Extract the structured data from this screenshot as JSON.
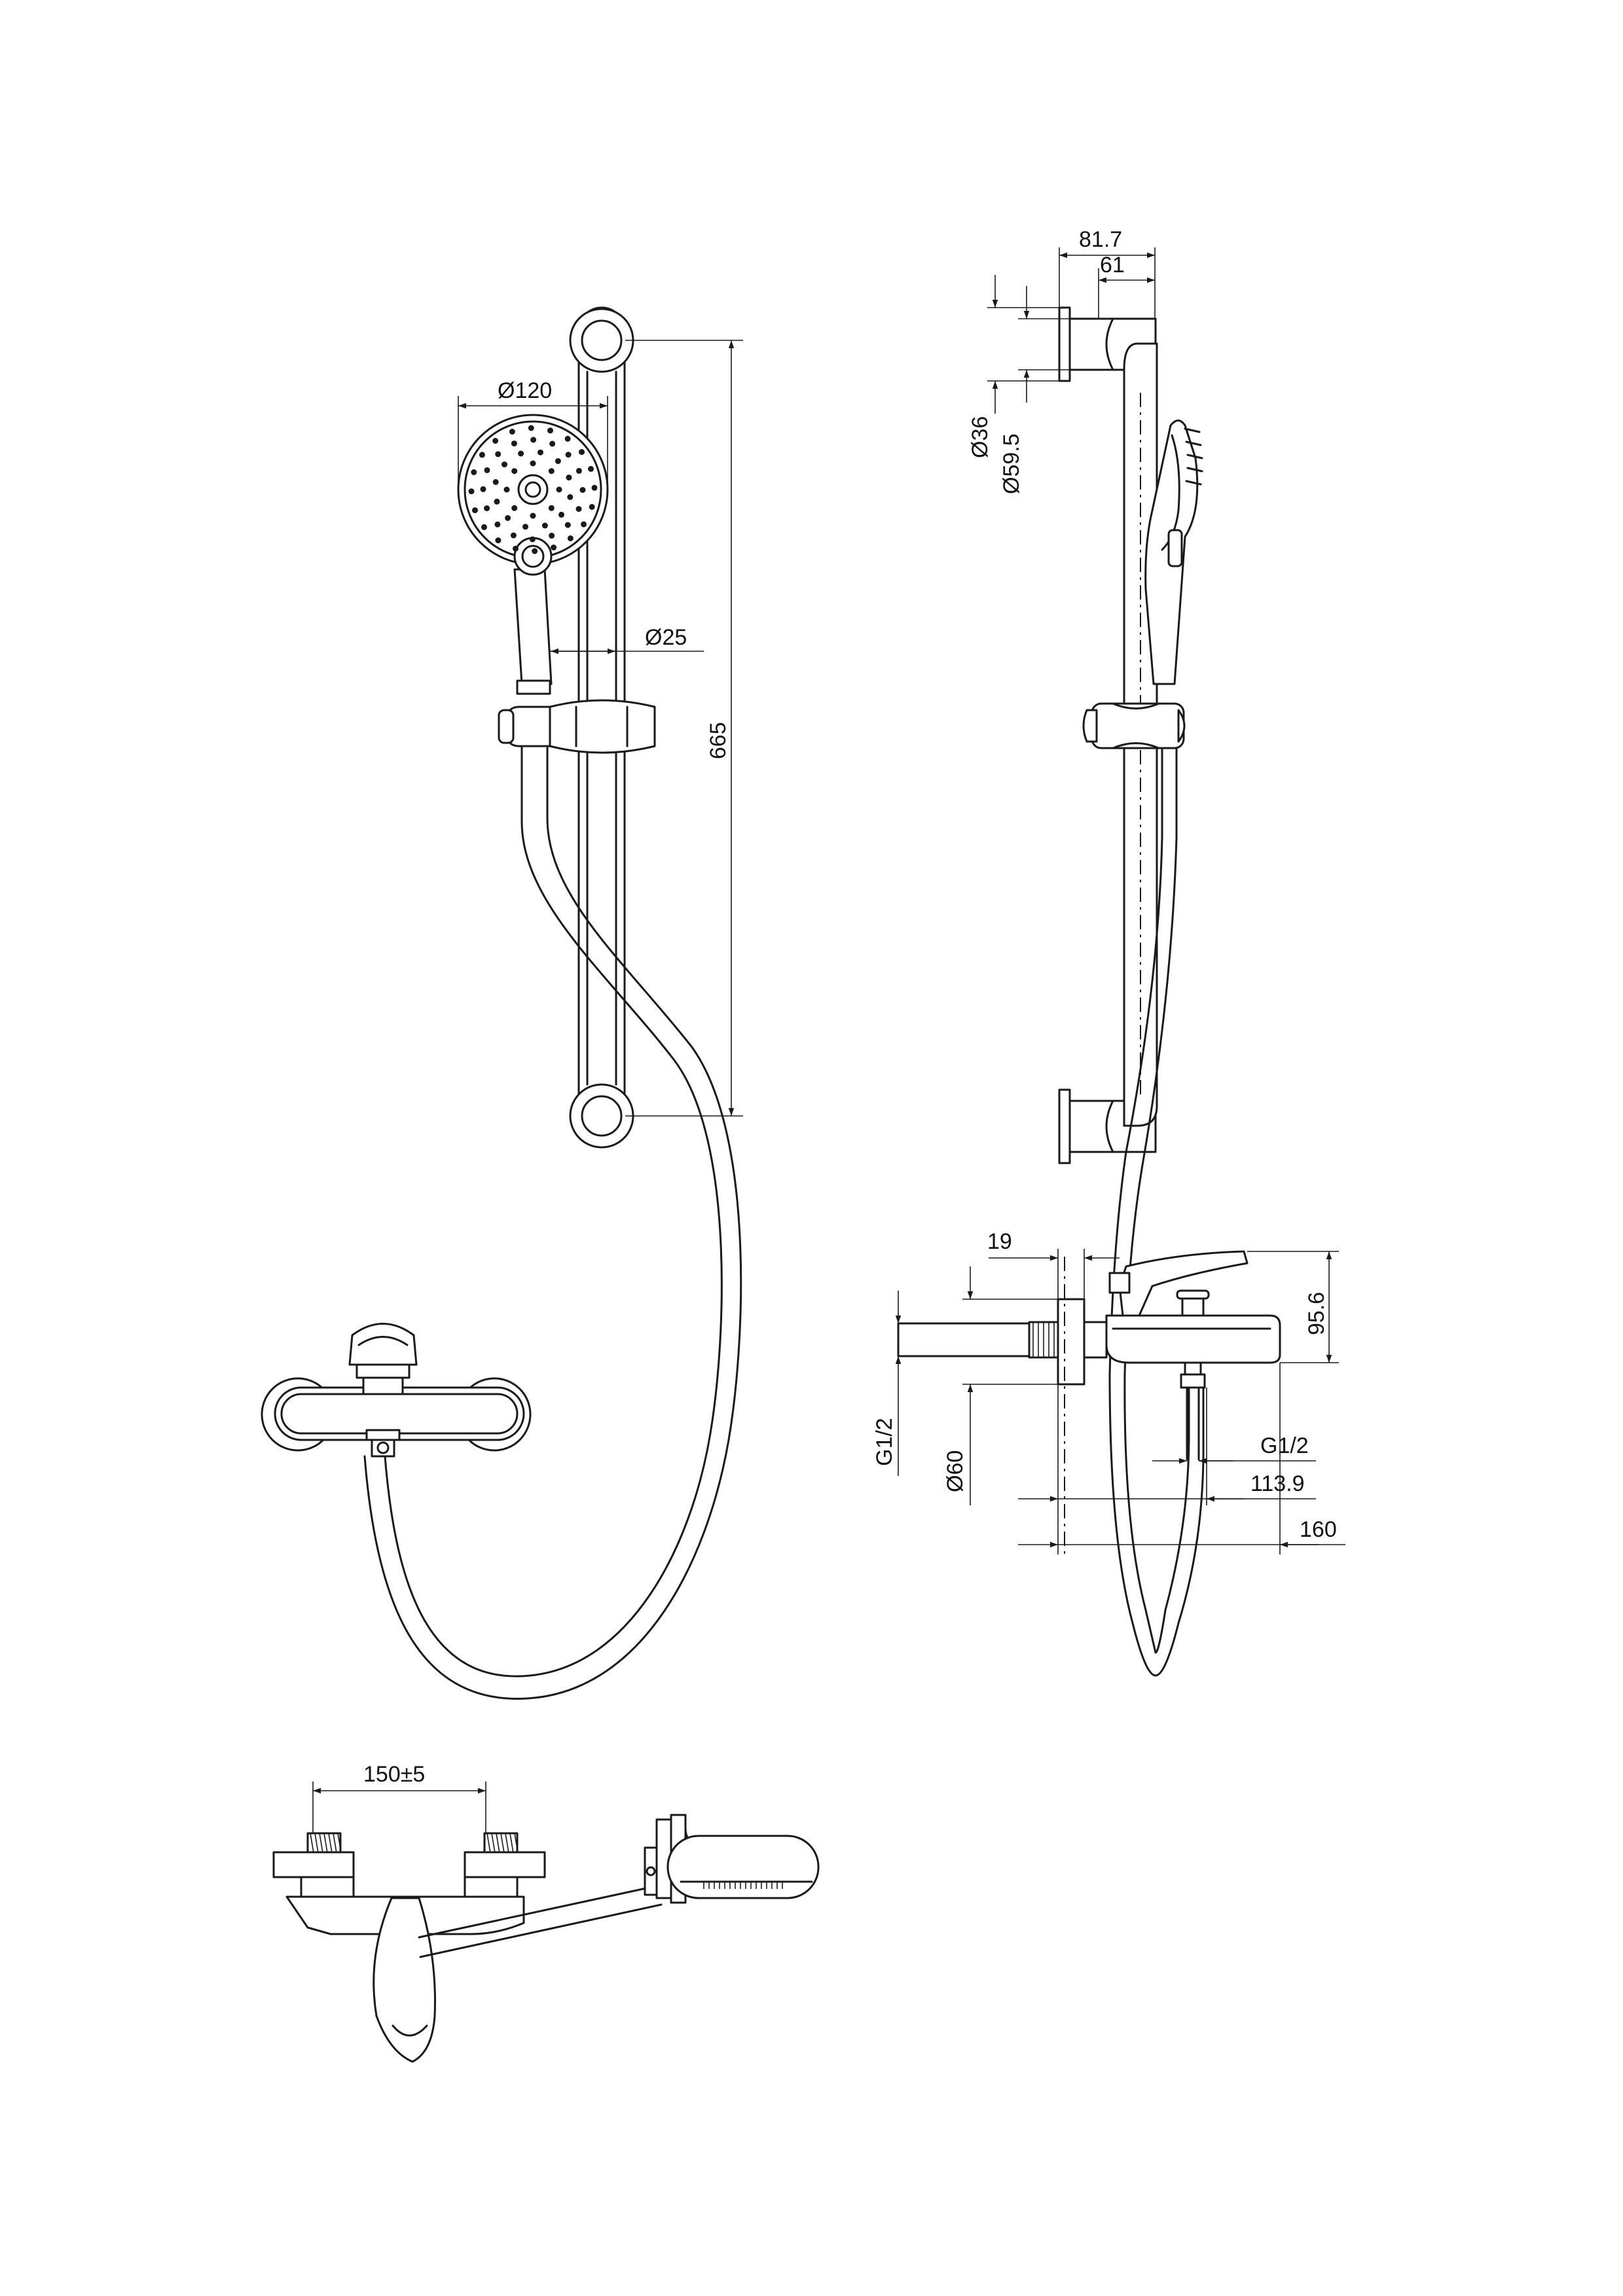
{
  "colors": {
    "line": "#1a1a1a",
    "background": "#ffffff"
  },
  "dimensions": {
    "handshower_diameter": "Ø120",
    "slide_bar_length": "665",
    "bar_diameter": "Ø25",
    "wall_offset_total": "81.7",
    "wall_offset_bar": "61",
    "bracket_diameter_small": "Ø36",
    "bracket_diameter_large": "Ø59.5",
    "escutcheon_depth": "19",
    "mixer_height": "95.6",
    "inlet_thread": "G1/2",
    "escutcheon_diameter": "Ø60",
    "outlet_thread": "G1/2",
    "spout_projection": "113.9",
    "total_projection": "160",
    "inlet_centres": "150±5"
  }
}
